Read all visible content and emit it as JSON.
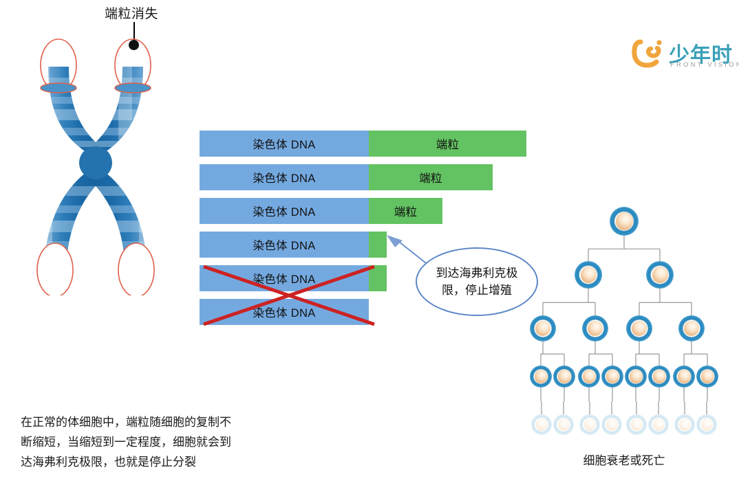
{
  "annotation": {
    "telomere_loss_label": "端粒消失"
  },
  "bars": {
    "rows": [
      {
        "dna_label": "染色体 DNA",
        "telomere_label": "端粒",
        "dna_width": 246,
        "telomere_width": 229,
        "crossed_out": false
      },
      {
        "dna_label": "染色体 DNA",
        "telomere_label": "端粒",
        "dna_width": 246,
        "telomere_width": 180,
        "crossed_out": false
      },
      {
        "dna_label": "染色体 DNA",
        "telomere_label": "端粒",
        "dna_width": 246,
        "telomere_width": 107,
        "crossed_out": false
      },
      {
        "dna_label": "染色体 DNA",
        "telomere_label": "",
        "dna_width": 246,
        "telomere_width": 26,
        "crossed_out": false
      },
      {
        "dna_label": "染色体 DNA",
        "telomere_label": "",
        "dna_width": 246,
        "telomere_width": 26,
        "crossed_out": true
      },
      {
        "dna_label": "染色体 DNA",
        "telomere_label": "",
        "dna_width": 246,
        "telomere_width": 0,
        "crossed_out": true
      }
    ]
  },
  "callout": {
    "line1": "到达海弗利克极",
    "line2": "限，停止增殖"
  },
  "description": {
    "line1": "在正常的体细胞中，端粒随细胞的复制不",
    "line2": "断缩短，当缩短到一定程度，细胞就会到",
    "line3": "达海弗利克极限，也就是停止分裂"
  },
  "cell_tree": {
    "caption": "细胞衰老或死亡",
    "generations": [
      1,
      2,
      4,
      8,
      8
    ]
  },
  "logo": {
    "chinese": "少年时",
    "english": "FRONT VISION"
  },
  "colors": {
    "dna_blue": "#74a9e0",
    "telomere_green": "#63c262",
    "cross_red": "#cc2222",
    "callout_border": "#5b86c8",
    "chromosome_blue": "#1f6fb0",
    "telomere_cap_outline": "#e0604a",
    "logo_teal": "#3aa0b8",
    "logo_orange": "#f0a53c"
  }
}
